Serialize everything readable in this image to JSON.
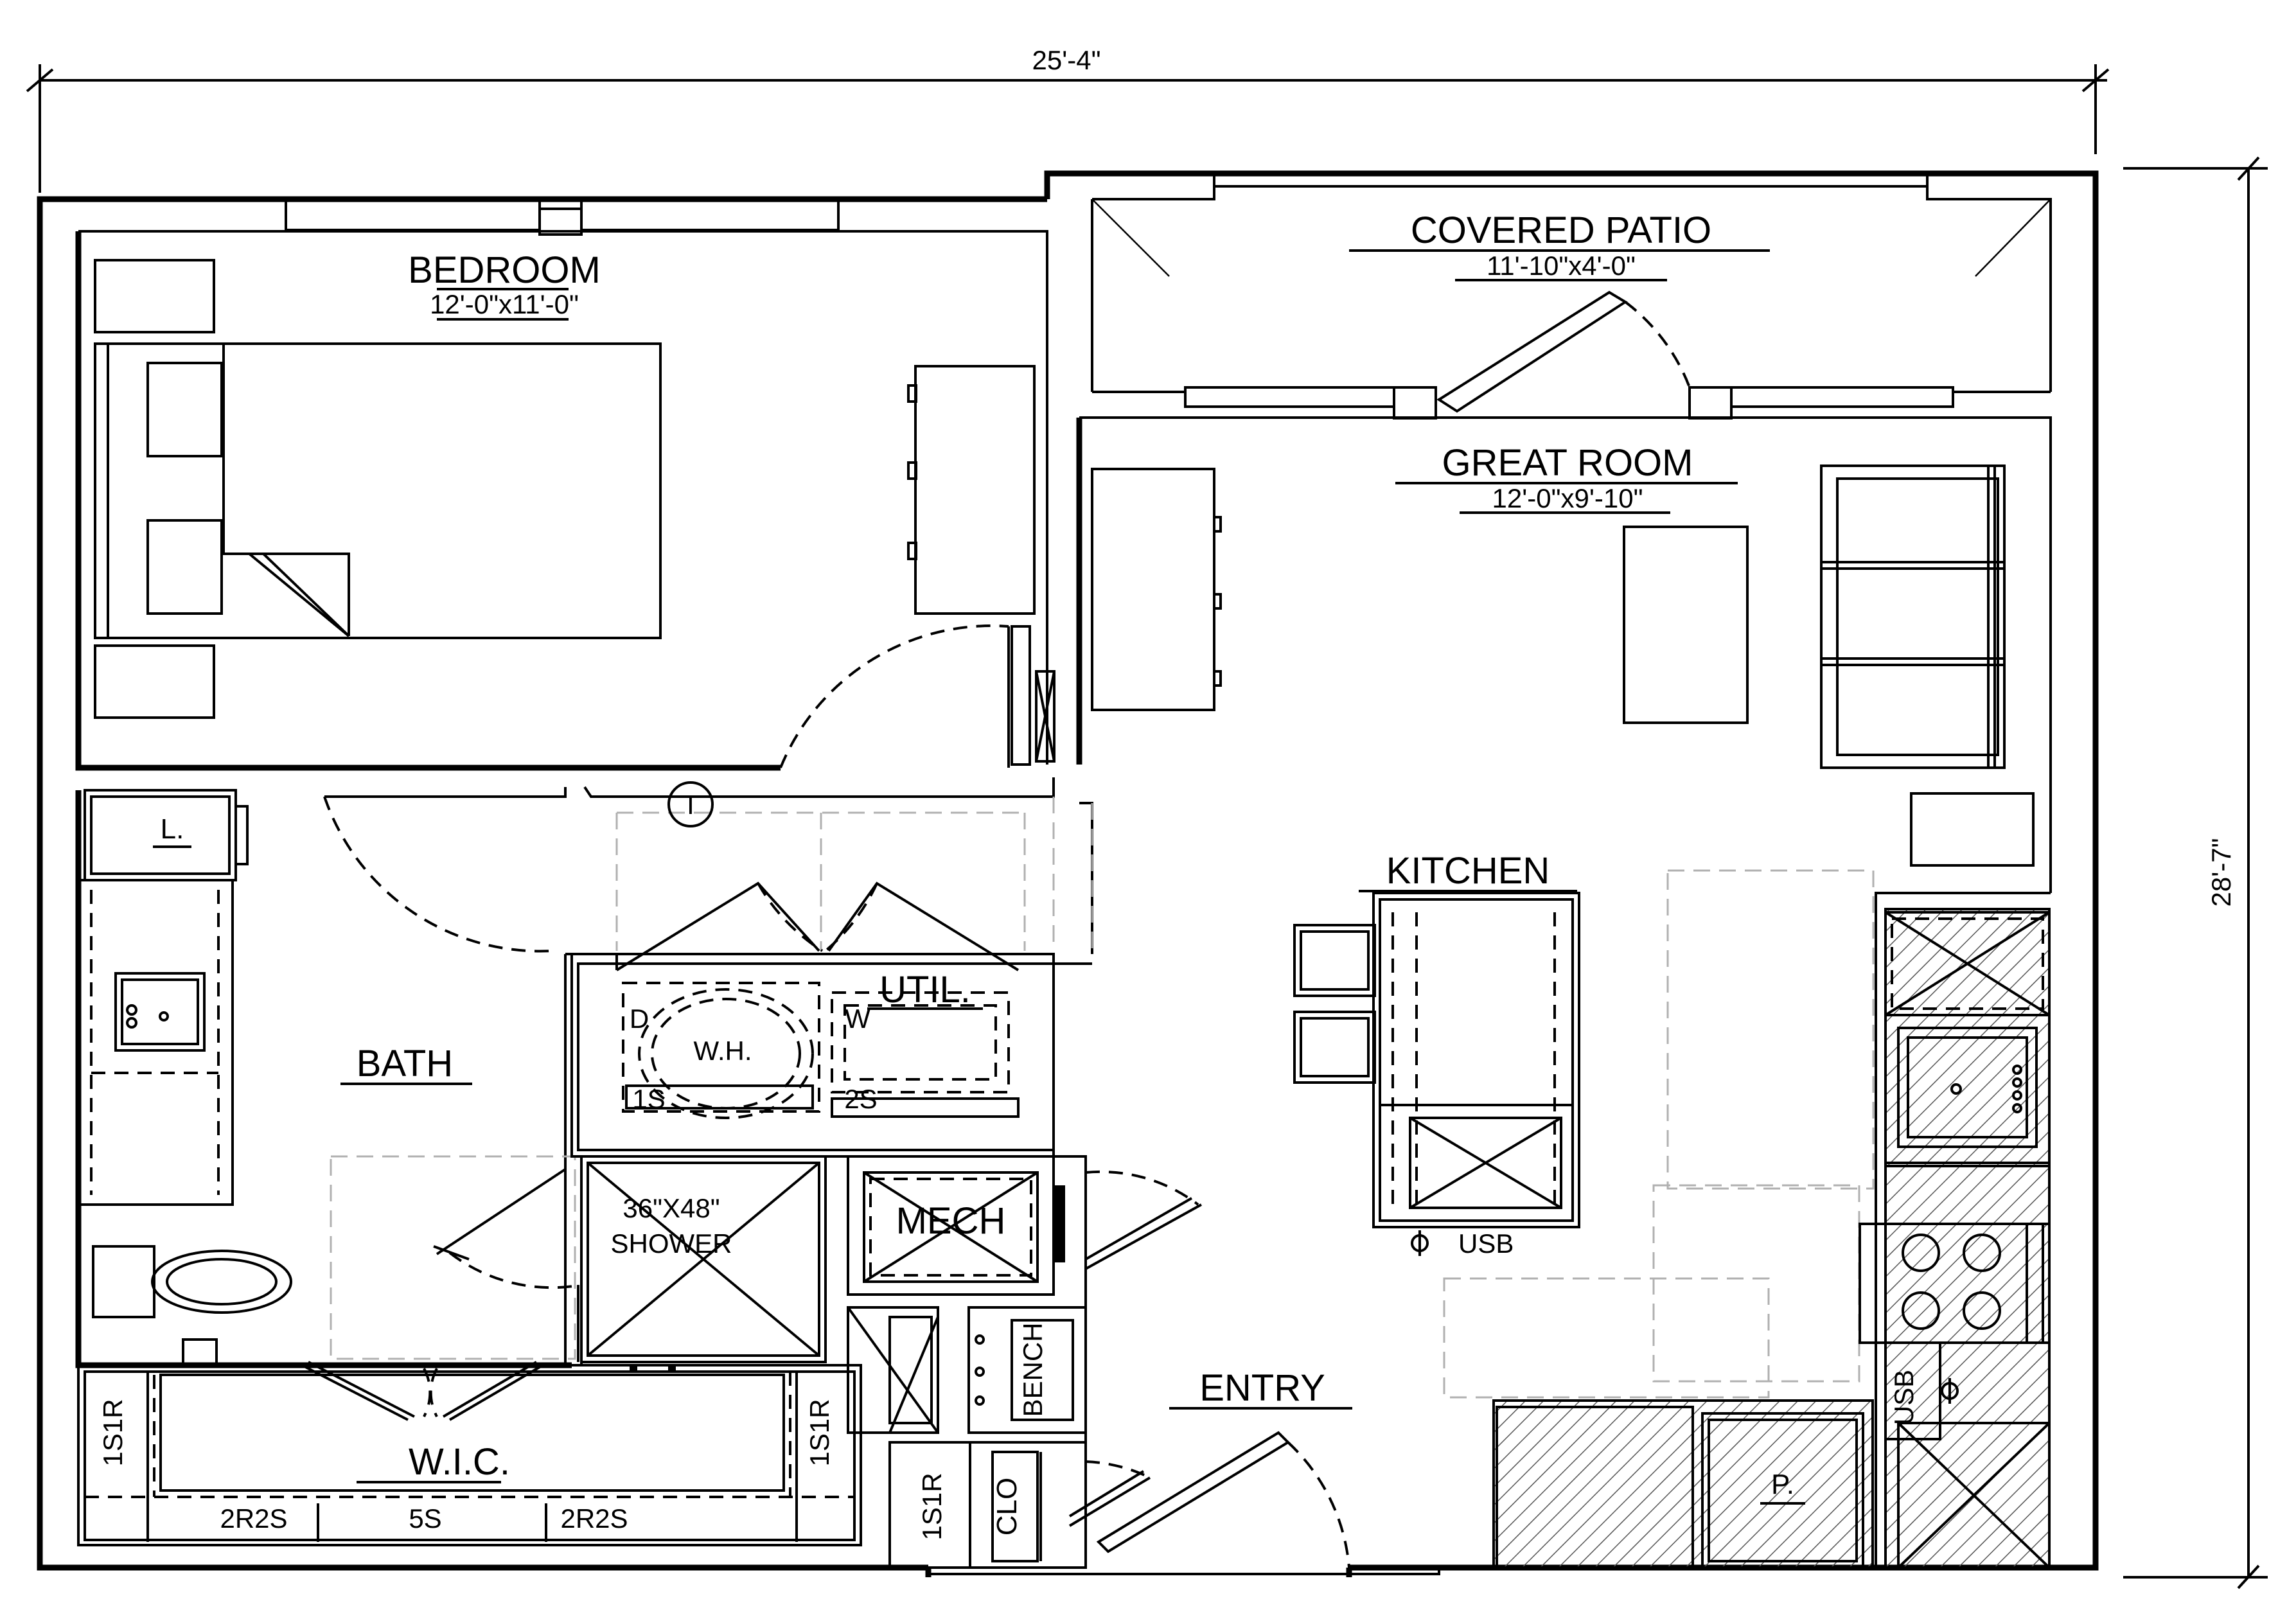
{
  "plan": {
    "overall_width": "25'-4\"",
    "overall_depth": "28'-7\"",
    "rooms": {
      "bedroom": {
        "name": "BEDROOM",
        "size": "12'-0\"x11'-0\""
      },
      "covered_patio": {
        "name": "COVERED PATIO",
        "size": "11'-10\"x4'-0\""
      },
      "great_room": {
        "name": "GREAT ROOM",
        "size": "12'-0\"x9'-10\""
      },
      "kitchen": {
        "name": "KITCHEN"
      },
      "bath": {
        "name": "BATH"
      },
      "util": {
        "name": "UTIL."
      },
      "mech": {
        "name": "MECH"
      },
      "entry": {
        "name": "ENTRY"
      },
      "wic": {
        "name": "W.I.C."
      }
    },
    "fixtures": {
      "linen": "L.",
      "thermostat": "T",
      "water_heater": "W.H.",
      "dryer": "D",
      "washer": "W",
      "shelf_1s": "1S",
      "shelf_2s": "2S",
      "shower_size": "36\"X48\"",
      "shower": "SHOWER",
      "bench": "BENCH",
      "closet": "CLO",
      "closet_shelf": "1S1R",
      "wic_left": "1S1R",
      "wic_right": "1S1R",
      "wic_bottom_left": "2R2S",
      "wic_bottom_mid": "5S",
      "wic_bottom_right": "2R2S",
      "usb_island": "USB",
      "usb_counter": "USB",
      "pantry": "P."
    }
  }
}
